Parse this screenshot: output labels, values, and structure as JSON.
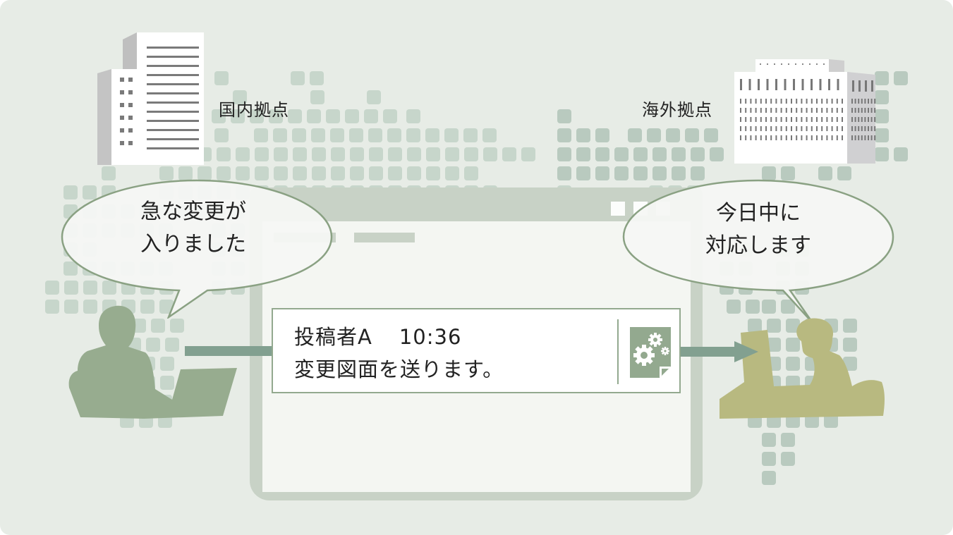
{
  "domestic_base": {
    "label": "国内拠点",
    "icon": "office-building-icon"
  },
  "overseas_base": {
    "label": "海外拠点",
    "icon": "overseas-building-icon"
  },
  "left_bubble": {
    "line1": "急な変更が",
    "line2": "入りました"
  },
  "right_bubble": {
    "line1": "今日中に",
    "line2": "対応します"
  },
  "message": {
    "poster": "投稿者A",
    "time": "10:36",
    "header": "投稿者A　10:36",
    "body": "変更図面を送ります。",
    "attachment_icon": "drawing-file-gear-icon"
  },
  "colors": {
    "background": "#e7ece6",
    "map_tile": "#c7d6cb",
    "tablet_frame": "#c8d2c6",
    "card_border": "#93a98f",
    "sender_figure": "#97ac8f",
    "receiver_figure": "#b8b980",
    "arrow": "#82a090"
  }
}
